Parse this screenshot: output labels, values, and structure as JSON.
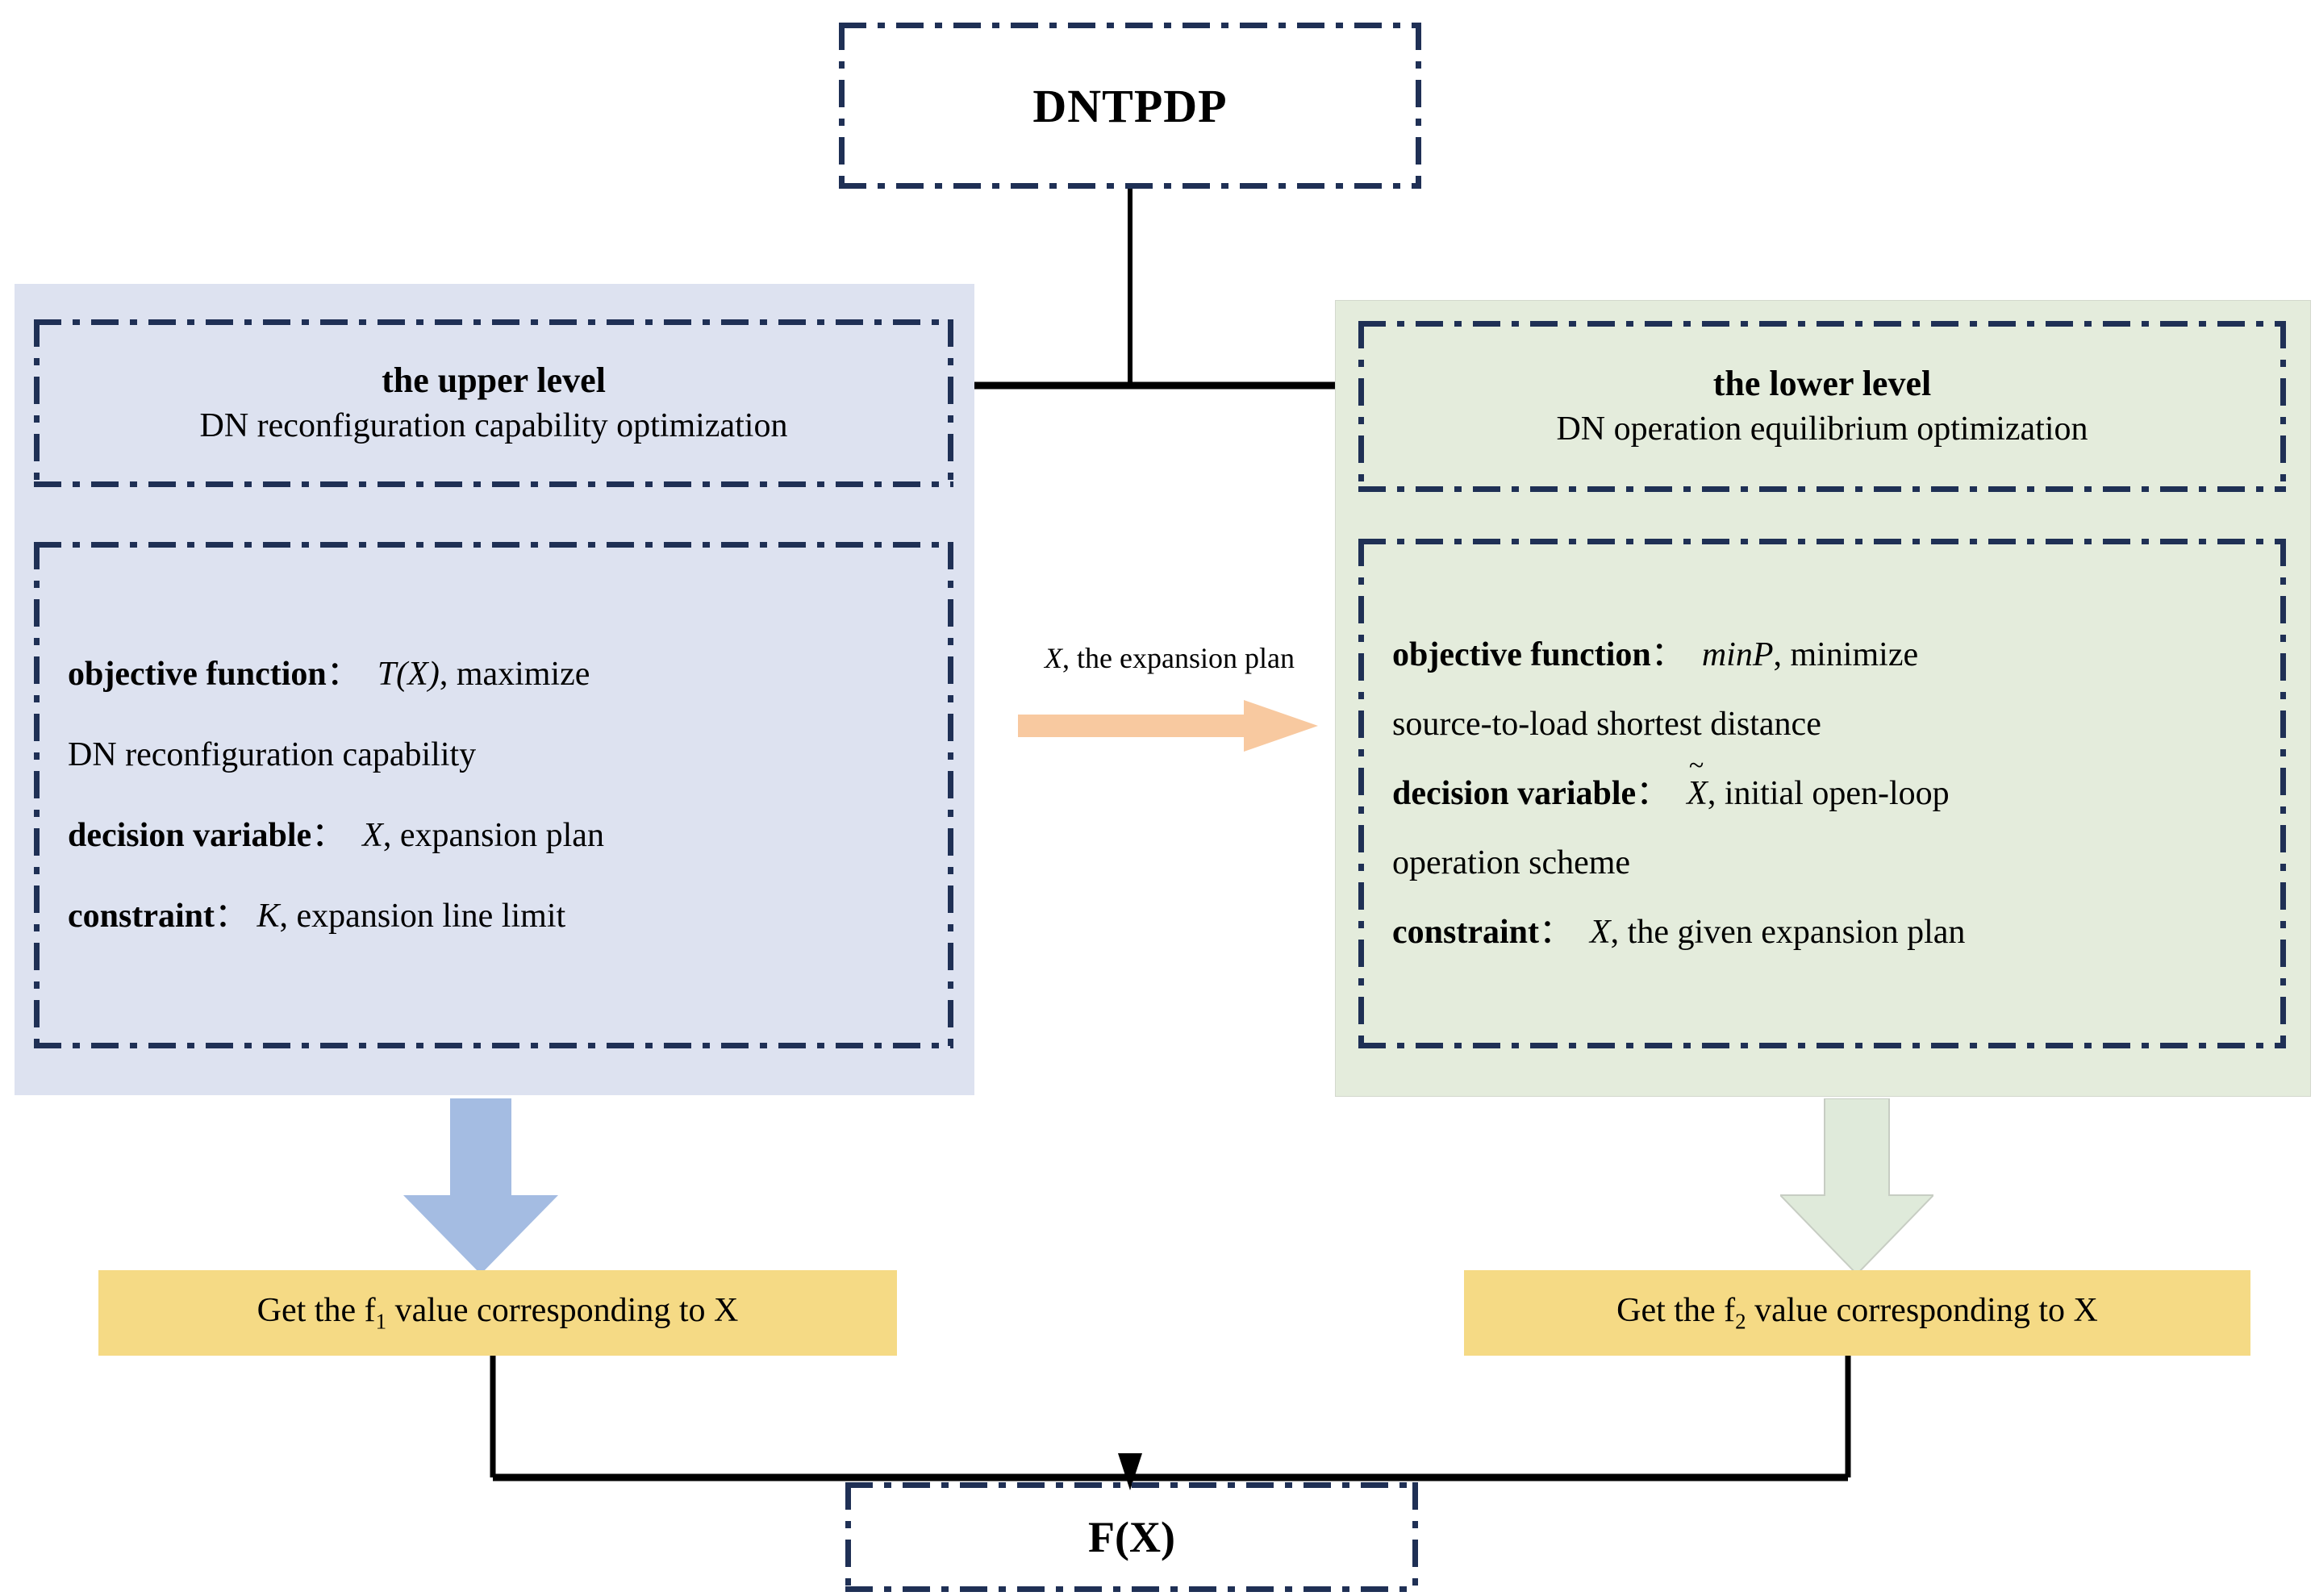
{
  "diagram": {
    "title_box": {
      "label": "DNTPDP"
    },
    "final_box": {
      "label": "F(X)"
    },
    "transfer": {
      "label_var": "X",
      "label_rest": ", the expansion plan"
    },
    "upper_level": {
      "title": "the upper level",
      "subtitle": "DN reconfiguration capability optimization",
      "rows": [
        {
          "key": "objective function",
          "sep": "：",
          "var": "T(X)",
          "rest": ", maximize",
          "cont": "DN reconfiguration capability"
        },
        {
          "key": "decision variable",
          "sep": "：",
          "var": "X",
          "rest": ", expansion plan",
          "cont": ""
        },
        {
          "key": "constraint",
          "sep": "：",
          "var": "K",
          "rest": ",  expansion line limit",
          "cont": ""
        }
      ],
      "panel_color": "#dde2f0",
      "arrow_color": "#a4bce2",
      "result_label_pre": "Get the f",
      "result_label_sub": "1",
      "result_label_post": " value corresponding to X"
    },
    "lower_level": {
      "title": "the lower level",
      "subtitle": "DN operation equilibrium optimization",
      "rows": [
        {
          "key": "objective function",
          "sep": "：",
          "var": "minP",
          "rest": ", minimize",
          "cont": "source-to-load shortest distance"
        },
        {
          "key": "decision variable",
          "sep": "：",
          "var": "X",
          "var_tilde": "~",
          "rest": ", initial open-loop",
          "cont": "operation scheme"
        },
        {
          "key": "constraint",
          "sep": "：",
          "var": "X",
          "rest": ", the given expansion plan",
          "cont": ""
        }
      ],
      "panel_color": "#e4ecdc",
      "arrow_color": "#dfeada",
      "result_label_pre": "Get the f",
      "result_label_sub": "2",
      "result_label_post": " value corresponding to X"
    },
    "colors": {
      "border": "#1f3055",
      "connector": "#000000",
      "orange_arrow": "#f8c9a0",
      "result_box": "#f5da85"
    }
  }
}
